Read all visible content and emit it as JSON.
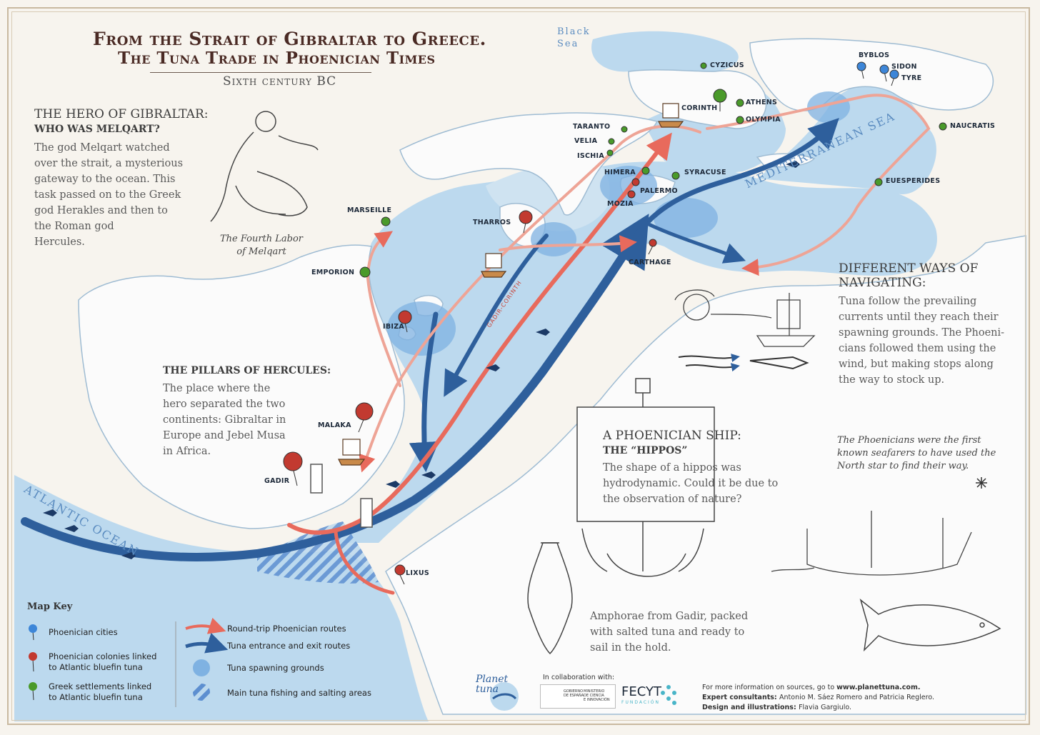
{
  "title_line1": "From the Strait of Gibraltar to Greece.",
  "title_line2": "The Tuna Trade in Phoenician Times",
  "subtitle": "Sixth century BC",
  "hero": {
    "heading": "The Hero of Gibraltar:",
    "subheading": "Who was Melqart?",
    "text": [
      "The god Melqart watched",
      "over the strait, a mysterious",
      "gateway to the ocean. This",
      "task passed on to the Greek",
      "god Herakles and then to",
      "the Roman god",
      "Hercules."
    ],
    "caption": [
      "The Fourth Labor",
      "of Melqart"
    ]
  },
  "pillars": {
    "heading": "The Pillars of Hercules:",
    "text": [
      "The place where the",
      "hero separated the two",
      "continents:  Gibraltar in",
      "Europe and Jebel Musa",
      "in Africa."
    ]
  },
  "navigating": {
    "heading_line1": "Different ways of",
    "heading_line2": "navigating:",
    "text": [
      "Tuna follow the prevailing",
      "currents until they reach their",
      "spawning grounds. The Phoeni-",
      "cians followed them using the",
      "wind, but making stops along",
      "the way to stock up."
    ]
  },
  "ship": {
    "heading": "A Phoenician ship:",
    "subheading": "The “Hippos”",
    "text": [
      "The shape of a hippos was",
      "hydrodynamic. Could it be due to",
      "the observation of nature?"
    ],
    "amphorae": [
      "Amphorae from Gadir, packed",
      "with salted tuna and ready to",
      "sail in the hold."
    ]
  },
  "north_star_note": [
    "The Phoenicians were the first",
    "known seafarers to have used the",
    "North star to find their way."
  ],
  "seas": {
    "black_sea_1": "Black",
    "black_sea_2": "Sea",
    "mediterranean": "Mediterranean Sea",
    "atlantic": "Atlantic Ocean",
    "gadir_corinth": "GADIR-CORINTH"
  },
  "cities": [
    {
      "name": "BYBLOS",
      "kind": "phoenician"
    },
    {
      "name": "SIDON",
      "kind": "phoenician"
    },
    {
      "name": "TYRE",
      "kind": "phoenician"
    },
    {
      "name": "CYZICUS",
      "kind": "greek"
    },
    {
      "name": "CORINTH",
      "kind": "greek"
    },
    {
      "name": "ATHENS",
      "kind": "greek"
    },
    {
      "name": "OLYMPIA",
      "kind": "greek"
    },
    {
      "name": "TARANTO",
      "kind": "greek"
    },
    {
      "name": "VELIA",
      "kind": "greek"
    },
    {
      "name": "ISCHIA",
      "kind": "greek"
    },
    {
      "name": "HIMERA",
      "kind": "greek"
    },
    {
      "name": "SYRACUSE",
      "kind": "greek"
    },
    {
      "name": "PALERMO",
      "kind": "colony"
    },
    {
      "name": "MOZIA",
      "kind": "colony"
    },
    {
      "name": "CARTHAGE",
      "kind": "colony"
    },
    {
      "name": "NAUCRATIS",
      "kind": "greek"
    },
    {
      "name": "EUESPERIDES",
      "kind": "greek"
    },
    {
      "name": "MARSEILLE",
      "kind": "greek"
    },
    {
      "name": "EMPORION",
      "kind": "greek"
    },
    {
      "name": "THARROS",
      "kind": "colony"
    },
    {
      "name": "IBIZA",
      "kind": "colony"
    },
    {
      "name": "MALAKA",
      "kind": "colony"
    },
    {
      "name": "GADIR",
      "kind": "colony"
    },
    {
      "name": "LIXUS",
      "kind": "colony"
    }
  ],
  "key": {
    "title": "Map Key",
    "phoenician_cities": "Phoenician cities",
    "colonies": [
      "Phoenician colonies linked",
      "to Atlantic bluefin tuna"
    ],
    "greek": [
      "Greek settlements linked",
      "to Atlantic bluefin tuna"
    ],
    "round_trip": "Round-trip Phoenician routes",
    "tuna_routes": "Tuna entrance and exit routes",
    "spawning": "Tuna spawning grounds",
    "fishing": "Main tuna fishing and salting areas"
  },
  "footer": {
    "collab": "In collaboration with:",
    "planet_1": "Planet",
    "planet_2": "tuna",
    "gov_1": "GOBIERNO",
    "gov_2": "DE ESPAÑA",
    "min_1": "MINISTERIO",
    "min_2": "DE CIENCIA",
    "min_3": "E INNOVACIÓN",
    "fecyt": "FECYT",
    "fecyt_sub": "FUNDACIÓN",
    "info_prefix": "For more information on sources, go to ",
    "info_url": "www.planettuna.com.",
    "consult_label": "Expert consultants: ",
    "consult_names": "Antonio M. Sáez Romero and Patricia Reglero.",
    "design_label": "Design and illustrations: ",
    "design_name": "Flavia Gargiulo."
  },
  "colors": {
    "sea": "#bcd9ee",
    "sea_light": "#d6e8f4",
    "deep_blue": "#2e5f9c",
    "route_red": "#e86a5c",
    "route_pink": "#eea496",
    "land": "#fbfbfb",
    "blue_pin": "#3d86d8",
    "red_pin": "#c23a30",
    "green_pin": "#4a9a2a"
  }
}
